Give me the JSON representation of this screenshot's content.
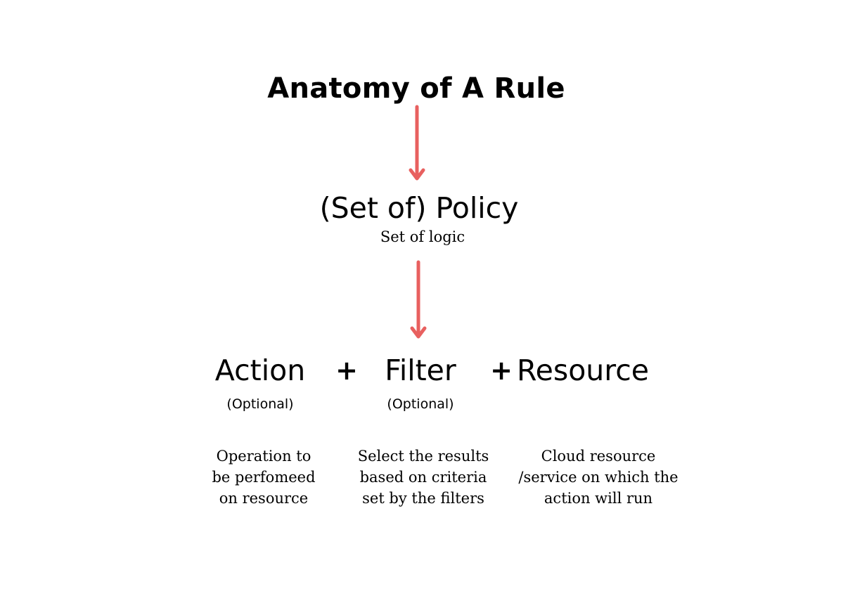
{
  "title": "Anatomy of A Rule",
  "arrow_color": "#E8605F",
  "policy": {
    "label": "(Set of) Policy",
    "sublabel": "Set of logic"
  },
  "components": [
    {
      "label": "Action",
      "qualifier": "(Optional)",
      "description": [
        "Operation to",
        "be perfomeed",
        "on resource"
      ]
    },
    {
      "label": "Filter",
      "qualifier": "(Optional)",
      "description": [
        "Select the results",
        "based on criteria",
        "set by the filters"
      ]
    },
    {
      "label": "Resource",
      "qualifier": "",
      "description": [
        "Cloud resource",
        "/service on which the",
        "action will run"
      ]
    }
  ],
  "operators": [
    "+",
    "+"
  ]
}
